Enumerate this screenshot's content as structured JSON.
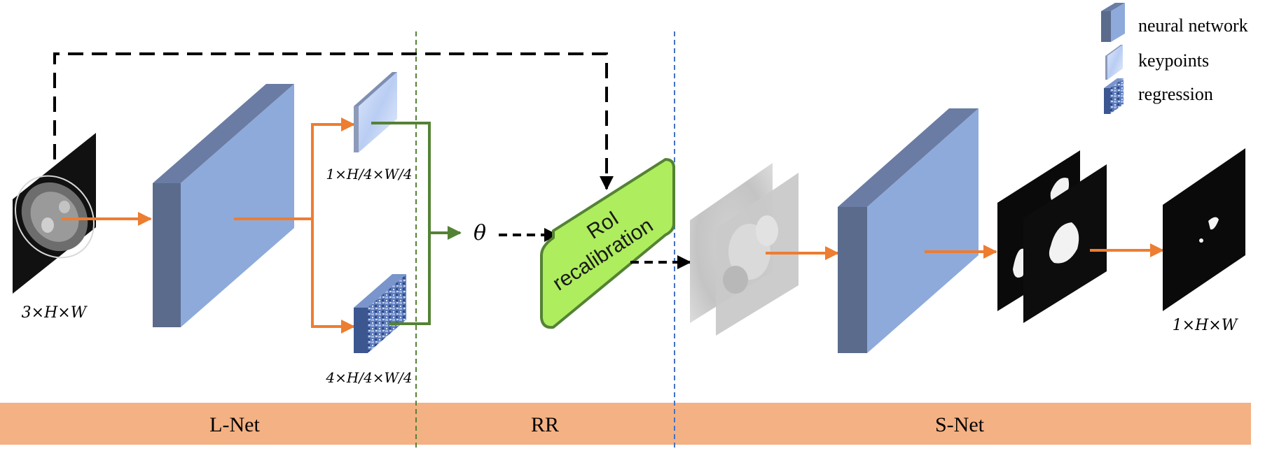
{
  "legend": {
    "network": "neural network",
    "keypoints": "keypoints",
    "regression": "regression"
  },
  "labels": {
    "input_dim": "3×H×W",
    "keypoints_dim": "1×H/4×W/4",
    "regression_dim": "4×H/4×W/4",
    "theta": "θ",
    "rr_block_line1": "RoI",
    "rr_block_line2": "recalibration",
    "output_dim": "1×H×W"
  },
  "stages": {
    "lnet": "L-Net",
    "rr": "RR",
    "snet": "S-Net"
  },
  "colors": {
    "arrow_orange": "#ED7D31",
    "arrow_green": "#548235",
    "network_front": "#8EAADB",
    "network_side": "#5B6B8C",
    "rr_block": "#AEED5D",
    "band": "#F4B183",
    "divider_green": "#548235",
    "divider_blue": "#4472C4"
  }
}
